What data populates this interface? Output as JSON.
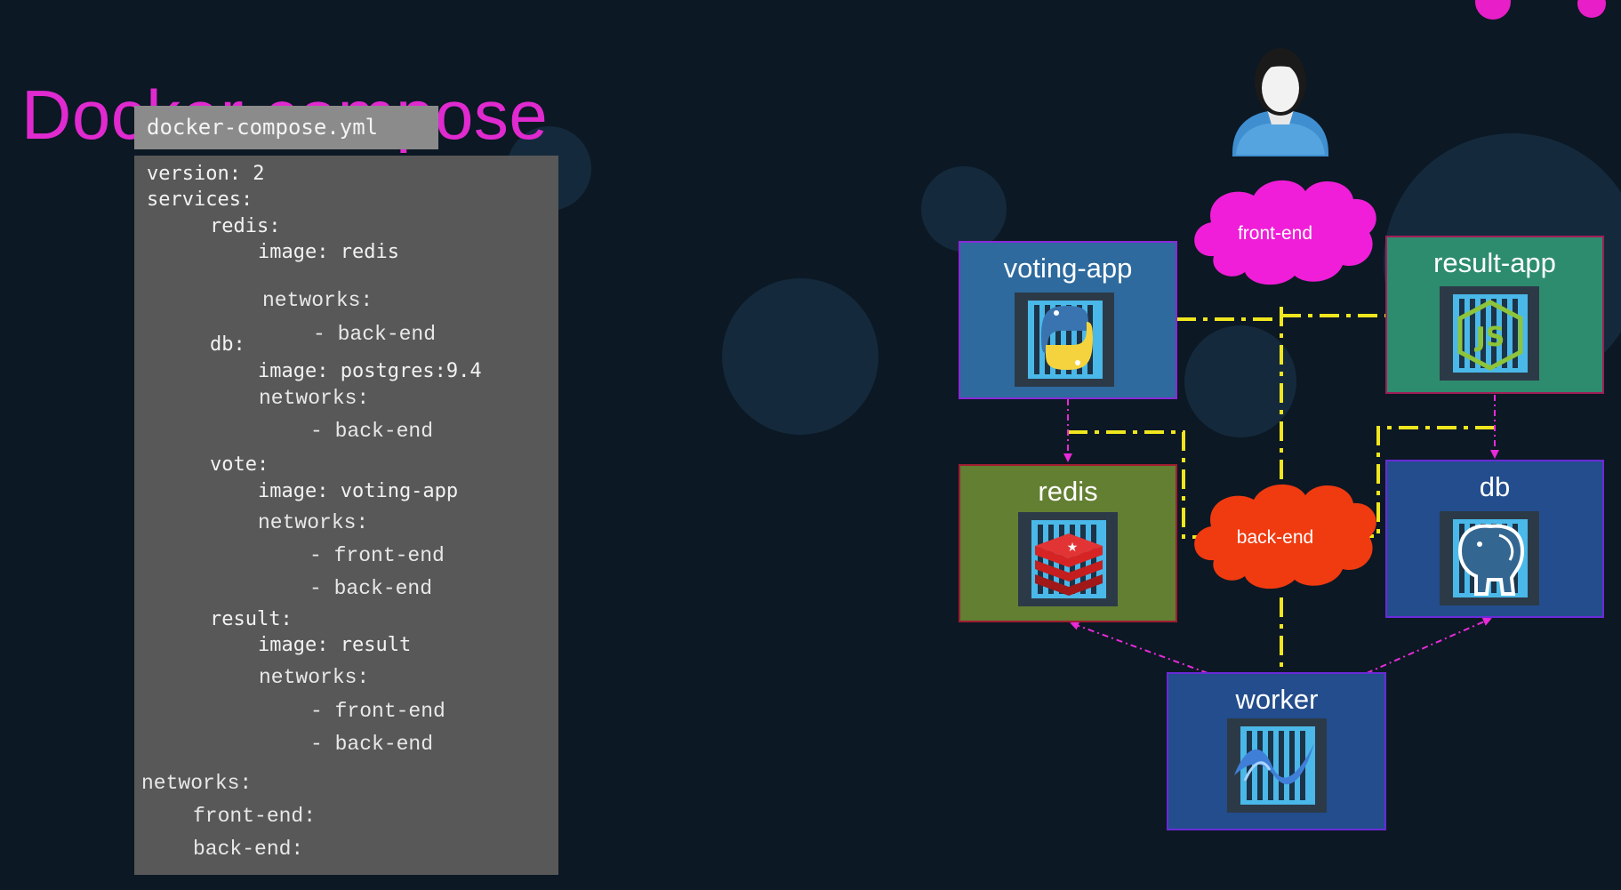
{
  "slide": {
    "title": "Docker compose",
    "accent_color": "#e02ad0"
  },
  "compose_file": {
    "filename": "docker-compose.yml",
    "lines": [
      "version: 2",
      "services:",
      "redis:",
      "image: redis",
      "networks:",
      "- back-end",
      "db:",
      "image: postgres:9.4",
      "networks:",
      "- back-end",
      "vote:",
      "image: voting-app",
      "networks:",
      "- front-end",
      "- back-end",
      "result:",
      "image: result",
      "networks:",
      "- front-end",
      "- back-end",
      "networks:",
      "front-end:",
      "back-end:"
    ]
  },
  "diagram": {
    "nodes": {
      "voting_app": {
        "label": "voting-app",
        "color": "#2e6a9e",
        "icon": "python-icon"
      },
      "result_app": {
        "label": "result-app",
        "color": "#2e8c6e",
        "icon": "nodejs-icon"
      },
      "redis": {
        "label": "redis",
        "color": "#637f32",
        "icon": "redis-icon"
      },
      "db": {
        "label": "db",
        "color": "#234d8c",
        "icon": "postgres-elephant-icon"
      },
      "worker": {
        "label": "worker",
        "color": "#234d8c",
        "icon": "dotnet-icon"
      }
    },
    "networks": {
      "front_end": {
        "label": "front-end",
        "color": "#f01ed8"
      },
      "back_end": {
        "label": "back-end",
        "color": "#f03a10"
      }
    },
    "link_color": "#f0e61e",
    "dependency_color": "#e82ad8",
    "user_icon": "user-icon"
  }
}
